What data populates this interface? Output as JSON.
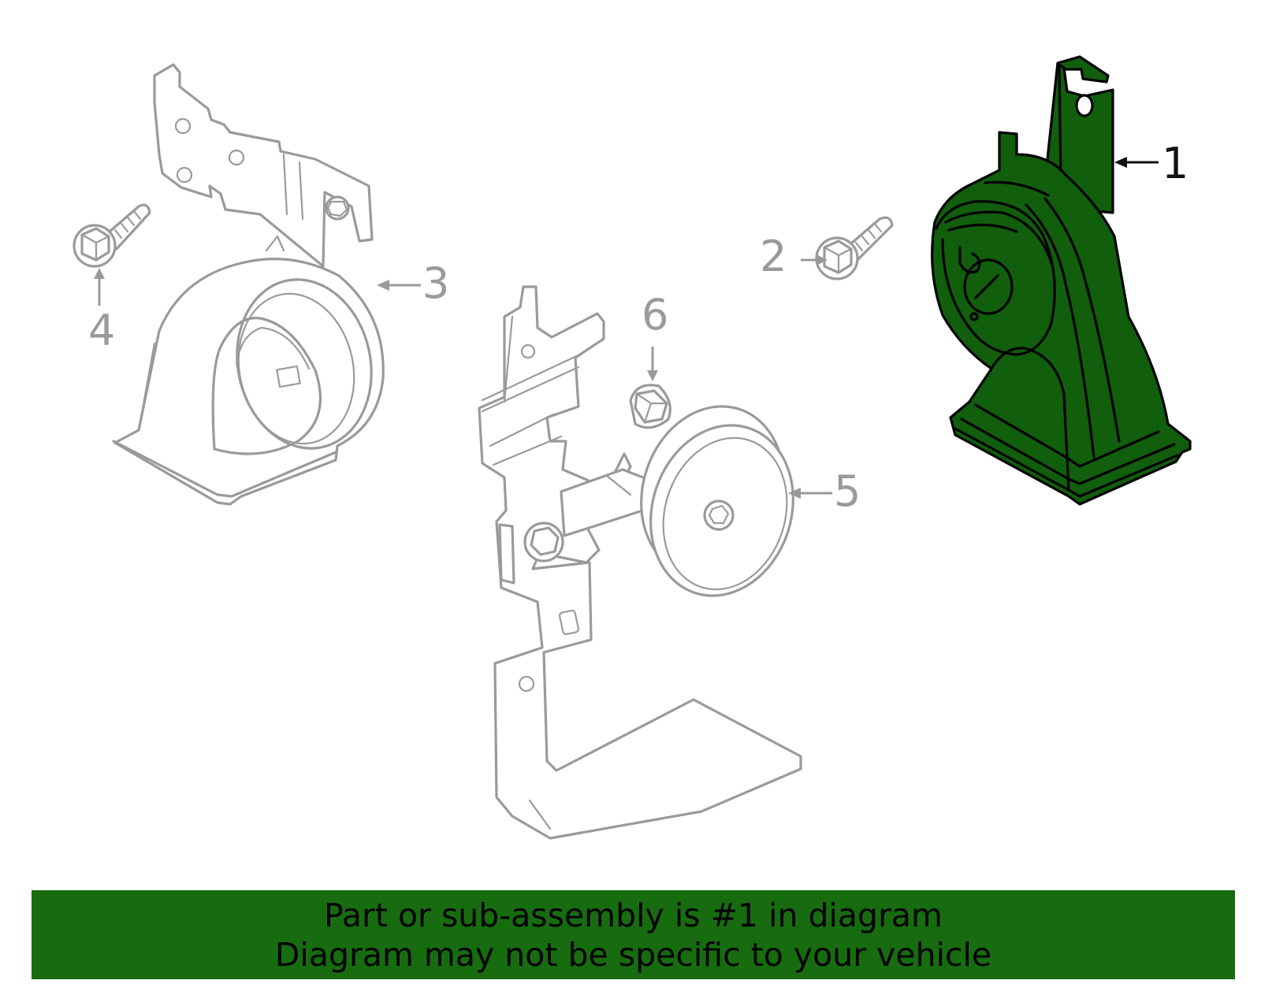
{
  "diagram": {
    "callouts": [
      {
        "number": "1",
        "highlighted": true
      },
      {
        "number": "2",
        "highlighted": false
      },
      {
        "number": "3",
        "highlighted": false
      },
      {
        "number": "4",
        "highlighted": false
      },
      {
        "number": "5",
        "highlighted": false
      },
      {
        "number": "6",
        "highlighted": false
      }
    ],
    "colors": {
      "highlight": "#115e0c",
      "banner": "#176c10",
      "line_gray": "#9a9a9a",
      "line_black": "#000000"
    }
  },
  "banner": {
    "line1": "Part or sub-assembly is #1 in diagram",
    "line2": "Diagram may not be specific to your vehicle"
  }
}
